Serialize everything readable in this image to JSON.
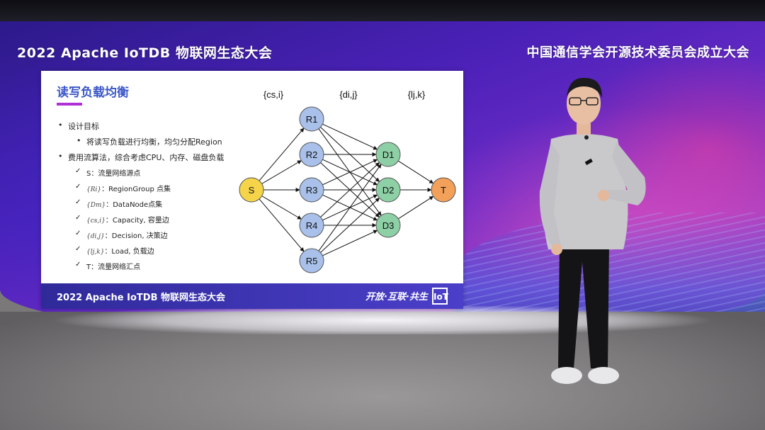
{
  "event": {
    "left_banner": "2022 Apache IoTDB 物联网生态大会",
    "right_banner": "中国通信学会开源技术委员会成立大会"
  },
  "slide": {
    "title": "读写负载均衡",
    "bullets": [
      {
        "text": "设计目标",
        "level": 1
      },
      {
        "text": "将读写负载进行均衡，均匀分配Region",
        "level": 2
      },
      {
        "text": "费用流算法，综合考虑CPU、内存、磁盘负载",
        "level": 1
      }
    ],
    "checks": [
      {
        "symbol": "",
        "text": "S：流量网络源点"
      },
      {
        "symbol": "{Ri}",
        "text": "：RegionGroup 点集"
      },
      {
        "symbol": "{Dm}",
        "text": "：DataNode点集"
      },
      {
        "symbol": "{cs,i}",
        "text": "：Capacity, 容量边"
      },
      {
        "symbol": "{di,j}",
        "text": "：Decision, 决策边"
      },
      {
        "symbol": "{lj,k}",
        "text": "：Load, 负载边"
      },
      {
        "symbol": "",
        "text": "T：流量网络汇点"
      }
    ],
    "diagram": {
      "edge_labels": [
        "{cs,i}",
        "{di,j}",
        "{lj,k}"
      ],
      "source": "S",
      "sink": "T",
      "regions": [
        "R1",
        "R2",
        "R3",
        "R4",
        "R5"
      ],
      "datanodes": [
        "D1",
        "D2",
        "D3"
      ],
      "colors": {
        "source": "#f5d44a",
        "region": "#a9c1ea",
        "datanode": "#8ed0a6",
        "sink": "#f2a05a"
      }
    },
    "footer": {
      "left": "2022 Apache IoTDB 物联网生态大会",
      "right": "开放·互联·共生",
      "logo": "IoT"
    }
  }
}
